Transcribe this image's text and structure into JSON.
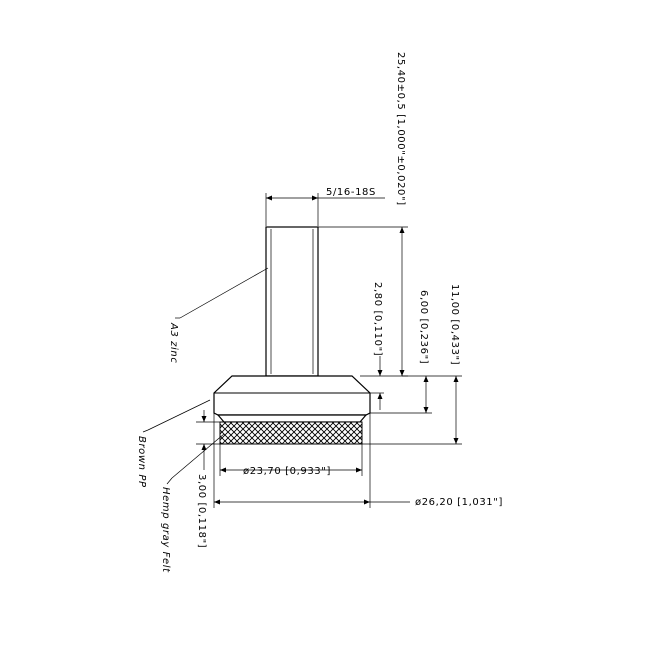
{
  "dimensions": {
    "overall_height": "25,40±0,5 [1,000\"±0,020\"]",
    "thread": "5/16-18S",
    "neck_height": "2,80 [0,110\"]",
    "base_height": "6,00 [0,236\"]",
    "total_base": "11,00 [0,433\"]",
    "felt_thickness": "3,00 [0,118\"]",
    "felt_diameter": "ø23,70 [0,933\"]",
    "base_diameter": "ø26,20 [1,031\"]"
  },
  "labels": {
    "stud_material": "A3 zinc",
    "base_material": "Brown PP",
    "felt_material": "Hemp gray Felt"
  },
  "colors": {
    "line": "#000000",
    "background": "#ffffff"
  }
}
